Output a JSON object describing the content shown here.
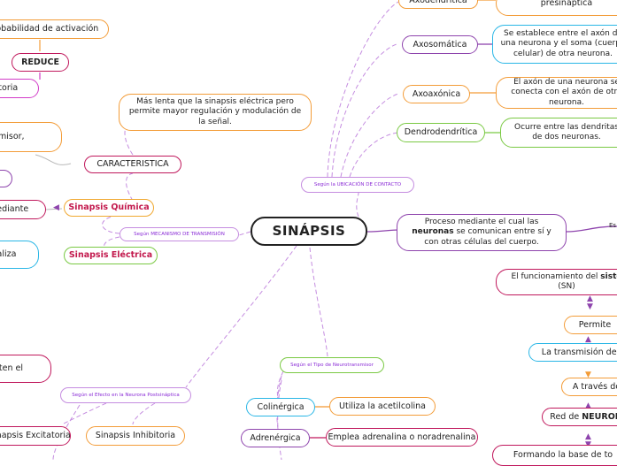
{
  "center": "SINÁPSIS",
  "nodes": {
    "prob_activacion": "robabilidad de activación",
    "reduce": "REDUCE",
    "ibitoria": "ibitoria",
    "nsmisor": "nsmisor,",
    "mediante": "mediante",
    "realiza": "realiza",
    "miten": "miten el",
    "caracteristica_desc": "Más lenta que la sinapsis eléctrica pero permite mayor regulación y modulación de la señal.",
    "caracteristica": "CARACTERISTICA",
    "sinapsis_quimica": "Sinapsis Química",
    "segun_mecanismo": "Según MECANISMO DE TRANSMISIÓN",
    "sinapsis_electrica": "Sinapsis Eléctrica",
    "segun_ubicacion": "Según la UBICACIÓN DE CONTACTO",
    "axodendritica": "Axodendrítica",
    "presinaptica": "presináptica",
    "axosomatica": "Axosomática",
    "axosomatica_desc": "Se establece entre el axón de una neurona y el soma (cuerpo celular) de otra neurona.",
    "axoaxonica": "Axoaxónica",
    "axoaxonica_desc": "El axón de una neurona se conecta con el axón de otra neurona.",
    "dendrodendritica": "Dendrodendrítica",
    "dendro_desc": "Ocurre entre las dendritas de dos neuronas.",
    "proceso_pre": "Proceso mediante el cual las ",
    "proceso_bold": "neuronas",
    "proceso_post": " se comunican entre sí y con otras células del cuerpo.",
    "es": "Es",
    "funcionamiento_pre": "El funcionamiento del ",
    "funcionamiento_bold": "siste",
    "funcionamiento_post": "(SN)",
    "permite": "Permite",
    "transmision": "La transmisión de i",
    "traves": "A través de",
    "red_pre": "Red de ",
    "red_bold": "NEURON",
    "formando": "Formando la base de to",
    "segun_tipo": "Según el Tipo de Neurotransmisor",
    "colinergica": "Colinérgica",
    "colinergica_desc": "Utiliza la acetilcolina",
    "adrenergica": "Adrenérgica",
    "adrenergica_desc": "Emplea adrenalina o noradrenalina",
    "segun_efecto": "Según el Efecto en la Neurona Postsináptica",
    "sinapsis_excitatoria": "Sinapsis Excitatoria",
    "sinapsis_inhibitoria": "Sinapsis Inhibitoria"
  },
  "colors": {
    "orange": "#f39c38",
    "purple": "#8e44ad",
    "cyan": "#29b6e6",
    "green": "#7ac943",
    "crimson": "#c0185c",
    "magenta": "#d23cc8",
    "dashed_link": "#c58de0"
  }
}
